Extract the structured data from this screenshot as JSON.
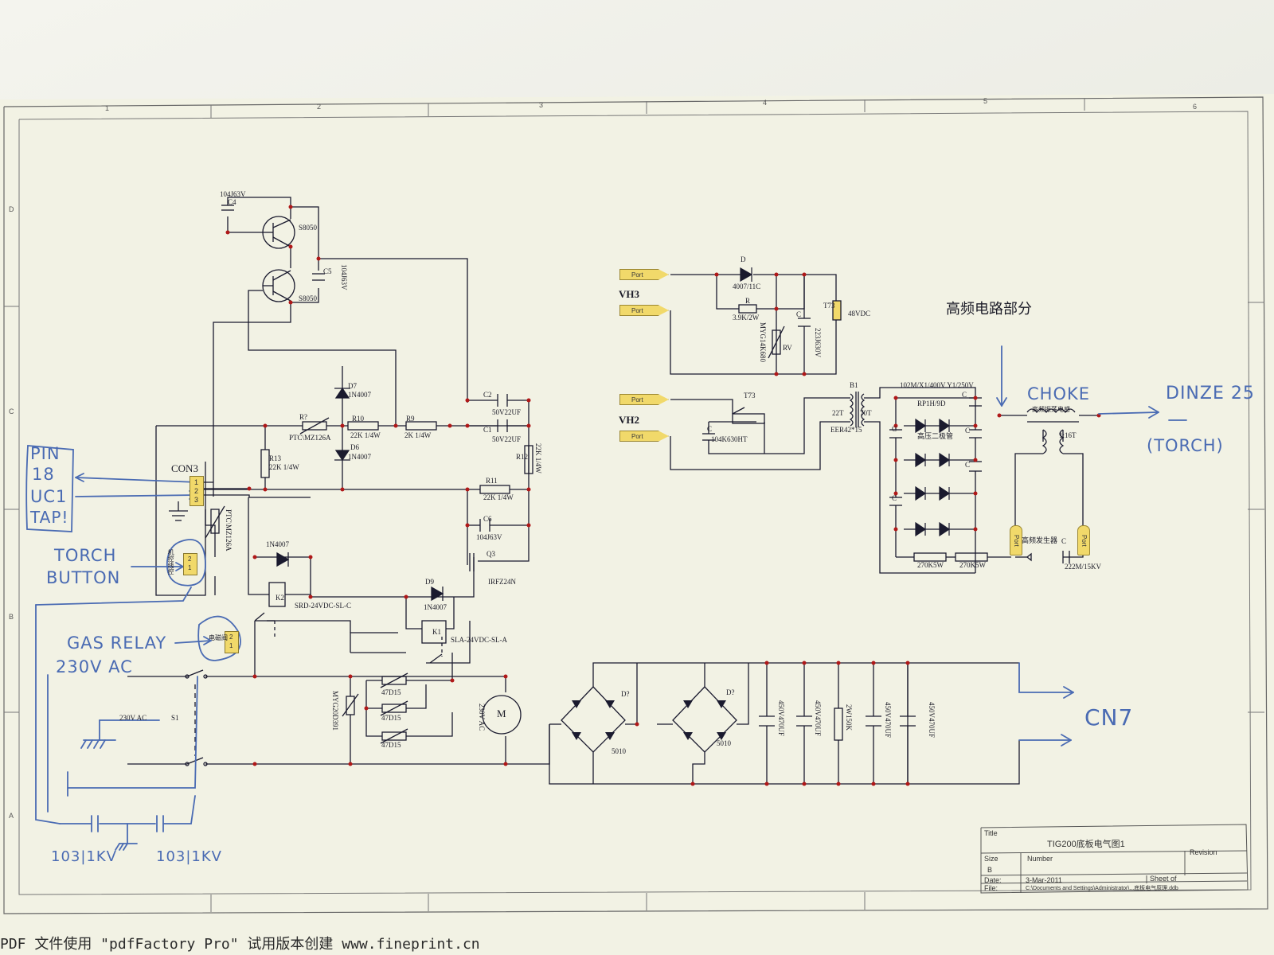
{
  "title_block": {
    "title_label": "Title",
    "title": "TIG200底板电气图1",
    "size_label": "Size",
    "size": "B",
    "number_label": "Number",
    "revision_label": "Revision",
    "date_label": "Date:",
    "date": "3-Mar-2011",
    "sheet_label": "Sheet of",
    "file_label": "File:",
    "file": "C:\\Documents and Settings\\Administrator\\...底板电气原理.ddb"
  },
  "footer_watermark": "PDF 文件使用 \"pdfFactory Pro\" 试用版本创建 www.fineprint.cn",
  "border_numbers": [
    "1",
    "2",
    "3",
    "4",
    "5",
    "6"
  ],
  "border_letters": [
    "D",
    "C",
    "B",
    "A"
  ],
  "labels": {
    "c4_val": "104J63V",
    "c4": "C4",
    "q_top": "S8050",
    "q_bot": "S8050",
    "c5": "C5",
    "c5_val": "104J63V",
    "d7": "D7",
    "d7_val": "1N4007",
    "d6": "D6",
    "d6_val": "1N4007",
    "r7": "R?",
    "r7_val": "PTC\\MZ126A",
    "r10": "R10",
    "r10_val": "22K 1/4W",
    "r9": "R9",
    "r9_val": "2K 1/4W",
    "c2": "C2",
    "c2_val": "50V22UF",
    "c1": "C1",
    "c1_val": "50V22UF",
    "r12": "R12",
    "r12_val": "22K 1/4W",
    "r13": "R13",
    "r13_val": "22K 1/4W",
    "r11": "R11",
    "r11_val": "22K 1/4W",
    "c6": "C6",
    "c6_val": "104J63V",
    "q3": "Q3",
    "q3_val": "IRFZ24N",
    "con3": "CON3",
    "ptc2": "PTC\\MZ126A",
    "d_k2": "1N4007",
    "k2": "K2",
    "k2_val": "SRD-24VDC-SL-C",
    "d9": "D9",
    "d9_val": "1N4007",
    "k1": "K1",
    "k1_val": "SLA-24VDC-SL-A",
    "torch_sw": "机控线控",
    "gas_valve": "电磁阀",
    "ac230": "230V AC",
    "s1": "S1",
    "myg_bot": "MYG20D391",
    "v47a": "47D15",
    "v47b": "47D15",
    "v47c": "47D15",
    "motor": "M",
    "motor_v": "230V AC",
    "br1": "5010",
    "br2": "5010",
    "d_q1": "D?",
    "d_q2": "D?",
    "cap1": "450V470UF",
    "cap2": "450V470UF",
    "res_bleed": "2W150K",
    "cap3": "450V470UF",
    "cap4": "450V470UF",
    "vh3": "VH3",
    "vh2": "VH2",
    "port": "Port",
    "d_hv": "D",
    "d_hv_val": "4007/11C",
    "r_hv": "R",
    "r_hv_val": "3.9K/2W",
    "myg_top": "MYG14K680",
    "rv": "RV",
    "c_hv": "C",
    "c_hv_val": "223J630V",
    "t73": "T73",
    "t73_val": "48VDC",
    "t73b": "T73",
    "c_vh2": "C",
    "c_vh2_val": "104K630HT",
    "b1": "B1",
    "b1_22t": "22T",
    "b1_70t": "70T",
    "b1_eer": "EER42*15",
    "cap_y": "102M/X1/400V Y1/250V",
    "rp": "RP1H/9D",
    "hv_diode": "高压二极管",
    "c_a": "C",
    "c_b": "C",
    "c_c": "C",
    "c_d": "C",
    "c_e": "C",
    "r270a": "270K5W",
    "r270b": "270K5W",
    "hf_gen": "高频发生器",
    "hf_c": "C",
    "hf_c_val": "222M/15KV",
    "hf_choke": "高频振荡电感",
    "ratio": "1:16T",
    "hf_section": "高频电路部分"
  },
  "connector_pins": [
    "1",
    "2",
    "3"
  ],
  "torch_pins": [
    "2",
    "1"
  ],
  "gas_pins": [
    "2",
    "1"
  ],
  "handwritten": {
    "pin": "PIN",
    "pin18": "18",
    "uc1": "UC1",
    "tap": "TAP!",
    "torch": "TORCH",
    "button": "BUTTON",
    "gas_relay": "GAS RELAY",
    "v230": "230V AC",
    "cap_l": "103|1KV",
    "cap_r": "103|1KV",
    "choke": "CHOKE",
    "dinze": "DINZE 25",
    "dash": "—",
    "torch2": "(TORCH)",
    "cn7": "CN7"
  },
  "colors": {
    "wire": "#1a1a2e",
    "node": "#b01818",
    "port_fill": "#f1d96a",
    "hand_ink": "#4a6bb3"
  }
}
